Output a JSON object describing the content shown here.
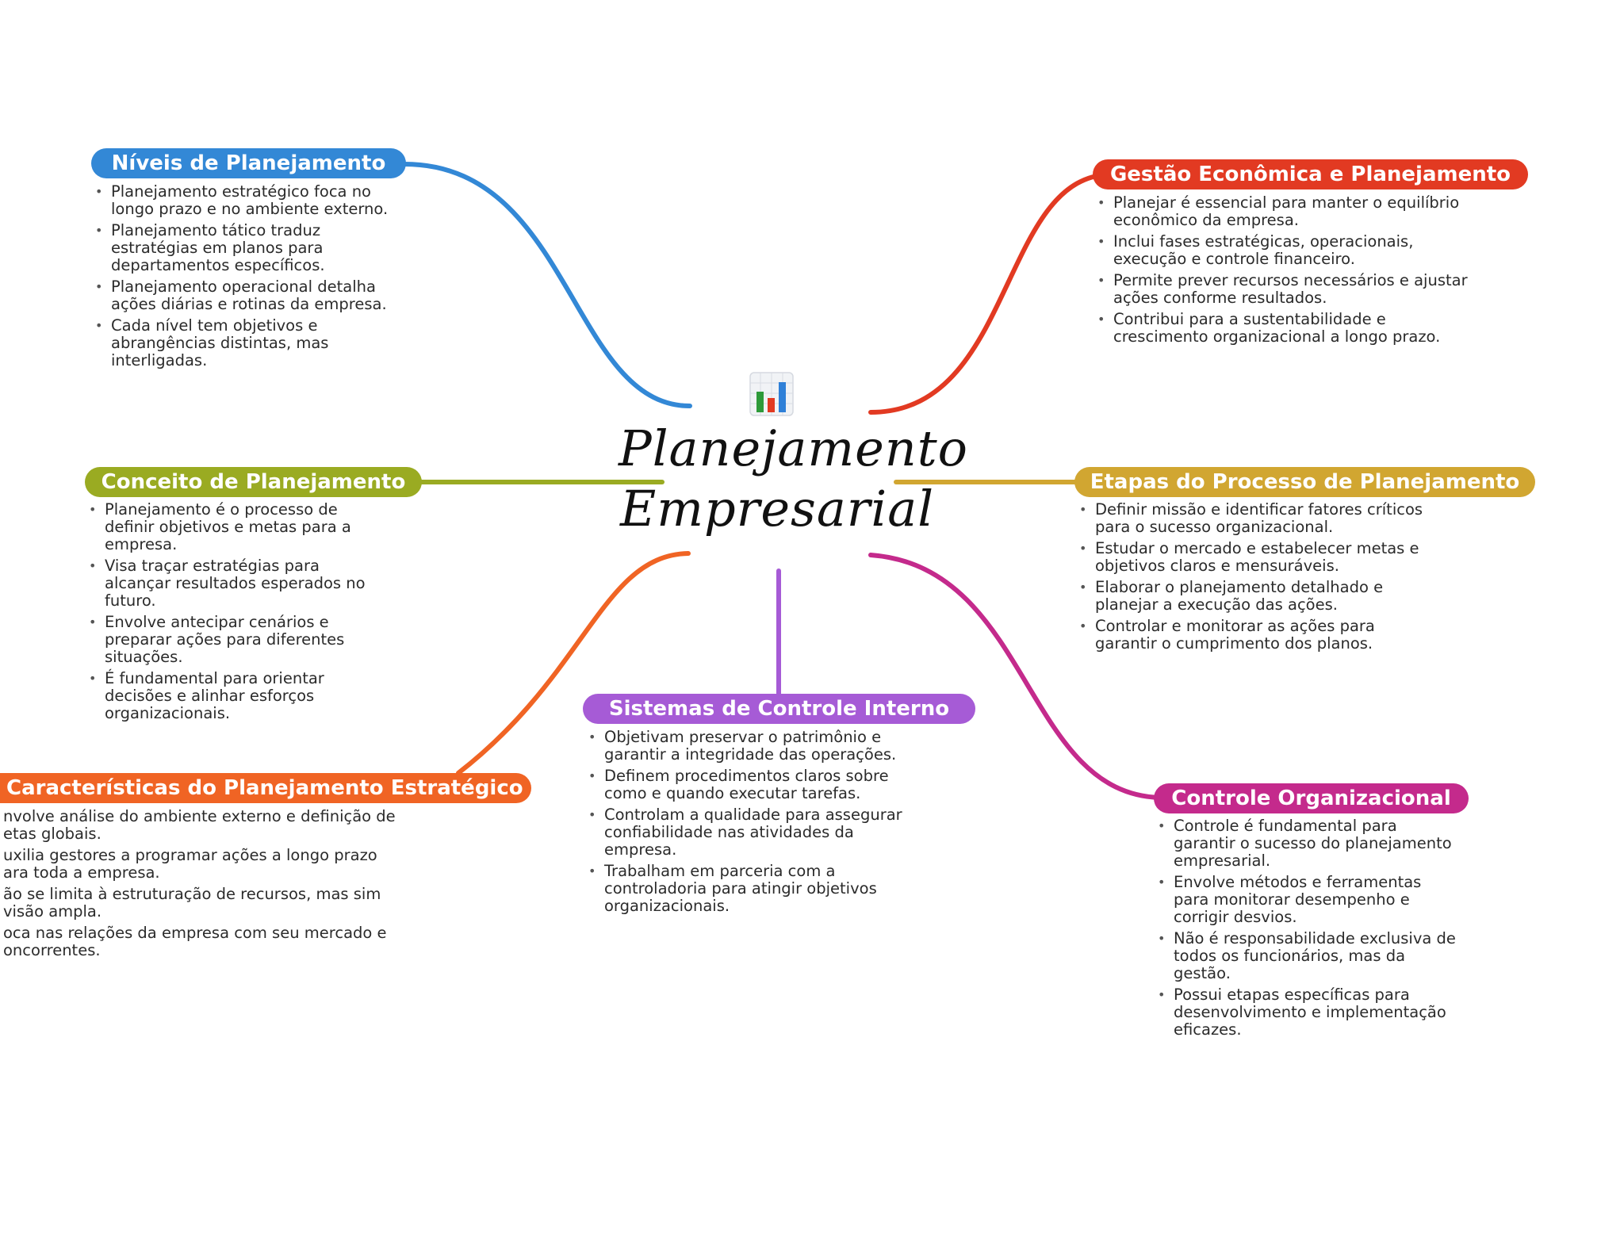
{
  "center": {
    "title_line1": "Planejamento",
    "title_line2": "Empresarial",
    "icon": "bar-chart-icon"
  },
  "branches": [
    {
      "id": "niveis",
      "title": "Níveis de Planejamento",
      "color": "#3388d6",
      "items": [
        "Planejamento estratégico foca no longo prazo e no ambiente externo.",
        "Planejamento tático traduz estratégias em planos para departamentos específicos.",
        "Planejamento operacional detalha ações diárias e rotinas da empresa.",
        "Cada nível tem objetivos e abrangências distintas, mas interligadas."
      ]
    },
    {
      "id": "conceito",
      "title": "Conceito de Planejamento",
      "color": "#9aab22",
      "items": [
        "Planejamento é o processo de definir objetivos e metas para a empresa.",
        "Visa traçar estratégias para alcançar resultados esperados no futuro.",
        "Envolve antecipar cenários e preparar ações para diferentes situações.",
        "É fundamental para orientar decisões e alinhar esforços organizacionais."
      ]
    },
    {
      "id": "caracteristicas",
      "title": "Características do Planejamento Estratégico",
      "color": "#f06424",
      "items": [
        "nvolve análise do ambiente externo e definição de etas globais.",
        "uxilia gestores a programar ações a longo prazo ara toda a empresa.",
        "ão se limita à estruturação de recursos, mas sim visão ampla.",
        "oca nas relações da empresa com seu mercado e oncorrentes."
      ]
    },
    {
      "id": "sistemas",
      "title": "Sistemas de Controle Interno",
      "color": "#a65bd6",
      "items": [
        "Objetivam preservar o patrimônio e garantir a integridade das operações.",
        "Definem procedimentos claros sobre como e quando executar tarefas.",
        "Controlam a qualidade para assegurar confiabilidade nas atividades da empresa.",
        "Trabalham em parceria com a controladoria para atingir objetivos organizacionais."
      ]
    },
    {
      "id": "gestao",
      "title": "Gestão Econômica e Planejamento",
      "color": "#e23a22",
      "items": [
        "Planejar é essencial para manter o equilíbrio econômico da empresa.",
        "Inclui fases estratégicas, operacionais, execução e controle financeiro.",
        "Permite prever recursos necessários e ajustar ações conforme resultados.",
        "Contribui para a sustentabilidade e crescimento organizacional a longo prazo."
      ]
    },
    {
      "id": "etapas",
      "title": "Etapas do Processo de Planejamento",
      "color": "#d1a631",
      "items": [
        "Definir missão e identificar fatores críticos para o sucesso organizacional.",
        "Estudar o mercado e estabelecer metas e objetivos claros e mensuráveis.",
        "Elaborar o planejamento detalhado e planejar a execução das ações.",
        "Controlar e monitorar as ações para garantir o cumprimento dos planos."
      ]
    },
    {
      "id": "controle",
      "title": "Controle Organizacional",
      "color": "#c42a8c",
      "items": [
        "Controle é fundamental para garantir o sucesso do planejamento empresarial.",
        "Envolve métodos e ferramentas para monitorar desempenho e corrigir desvios.",
        "Não é responsabilidade exclusiva de todos os funcionários, mas da gestão.",
        "Possui etapas específicas para desenvolvimento e implementação eficazes."
      ]
    }
  ]
}
